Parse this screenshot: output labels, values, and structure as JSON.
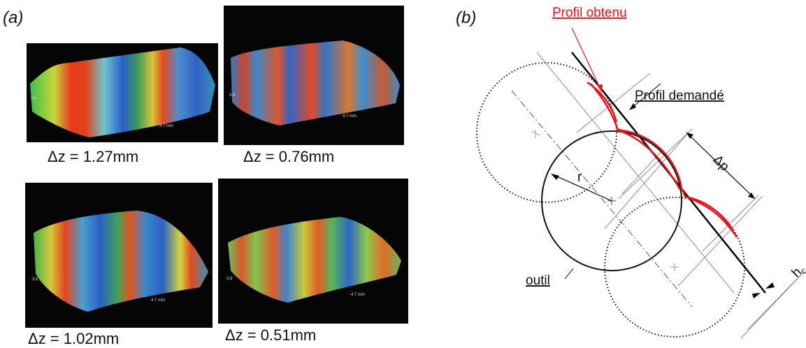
{
  "panel_a": {
    "label": "(a)",
    "thumbnails": [
      {
        "caption": "Δz = 1.27mm",
        "side_label": "3.6",
        "scale_label": "4.7 mm",
        "colormap": "green-red-blue",
        "wave_count": 2.5
      },
      {
        "caption": "Δz = 0.76mm",
        "side_label": "3.6",
        "scale_label": "4.7 mm",
        "colormap": "blue-red",
        "wave_count": 4
      },
      {
        "caption": "Δz = 1.02mm",
        "side_label": "3.6",
        "scale_label": "4.7 mm",
        "colormap": "green-red-blue",
        "wave_count": 3
      },
      {
        "caption": "Δz = 0.51mm",
        "side_label": "3.6",
        "scale_label": "4.7 mm",
        "colormap": "green-red",
        "wave_count": 4
      }
    ]
  },
  "panel_b": {
    "label": "(b)",
    "profil_obtenu": "Profil obtenu",
    "profil_demande": "Profil demandé",
    "outil": "outil",
    "radius_label": "r",
    "delta_p": "Δp",
    "h_label": "h",
    "h_subscript": "c",
    "colors": {
      "obtained_profile": "#e3141b",
      "lines": "#000000",
      "guides": "#8c8c8c"
    }
  }
}
